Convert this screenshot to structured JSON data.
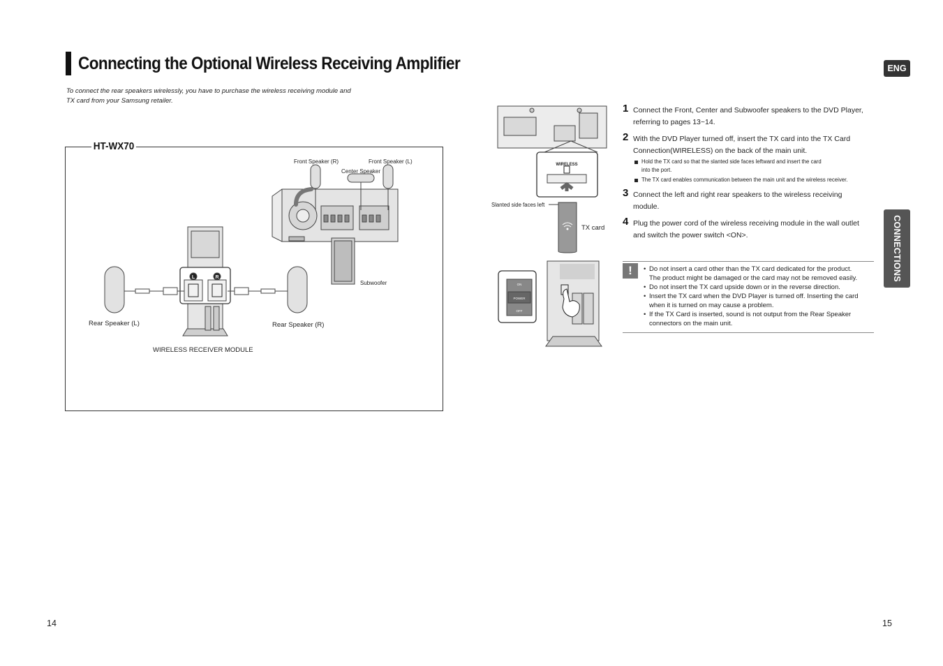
{
  "left_page": {
    "title": "Connecting the Optional Wireless Receiving Amplifier",
    "intro_line1": "To connect the rear speakers wirelessly, you have to purchase the wireless receiving module and",
    "intro_line2": "TX card from your Samsung retailer.",
    "model": "HT-WX70",
    "diagram_labels": {
      "front_speaker_r": "Front Speaker (R)",
      "front_speaker_l": "Front Speaker (L)",
      "center_speaker": "Center Speaker",
      "subwoofer": "Subwoofer",
      "rear_speaker_l": "Rear Speaker (L)",
      "rear_speaker_r": "Rear Speaker (R)",
      "wireless_receiver_module": "WIRELESS RECEIVER MODULE",
      "terminal_l": "L",
      "terminal_r": "R"
    },
    "page_number": "14"
  },
  "right_page": {
    "eng_badge": "ENG",
    "side_tab": "CONNECTIONS",
    "illustration_labels": {
      "wireless": "WIRELESS",
      "slanted_side": "Slanted side faces left",
      "tx_card": "TX card",
      "switch_on": "ON",
      "switch_power": "POWER",
      "switch_off": "OFF"
    },
    "steps": [
      {
        "num": "1",
        "line1": "Connect the Front, Center and Subwoofer speakers to the DVD Player,",
        "line2": "referring to pages 13~14."
      },
      {
        "num": "2",
        "line1": "With the DVD Player turned off, insert the TX card into the TX Card",
        "line2": "Connection(WIRELESS) on the back of the main unit.",
        "sub1_line1": "Hold the TX card so that the slanted side faces leftward and insert the card",
        "sub1_line2": "into the port.",
        "sub2": "The TX card enables communication between the main unit and the wireless receiver."
      },
      {
        "num": "3",
        "line1": "Connect the left and right rear speakers to the wireless receiving",
        "line2": "module."
      },
      {
        "num": "4",
        "line1": "Plug the power cord of the wireless receiving module in the wall outlet",
        "line2": "and switch the power switch <ON>."
      }
    ],
    "notes": [
      {
        "line1": "Do not insert a card other than the TX card dedicated for the product.",
        "line2": "The product might be damaged or the card may not be removed easily."
      },
      {
        "line1": "Do not insert the TX card upside down or in the reverse direction.",
        "line2": ""
      },
      {
        "line1": "Insert the TX card when the DVD Player is turned off. Inserting the card",
        "line2": "when it is turned on may cause a problem."
      },
      {
        "line1": "If the TX Card is inserted, sound is not output from the Rear Speaker",
        "line2": "connectors on the main unit."
      }
    ],
    "page_number": "15"
  }
}
